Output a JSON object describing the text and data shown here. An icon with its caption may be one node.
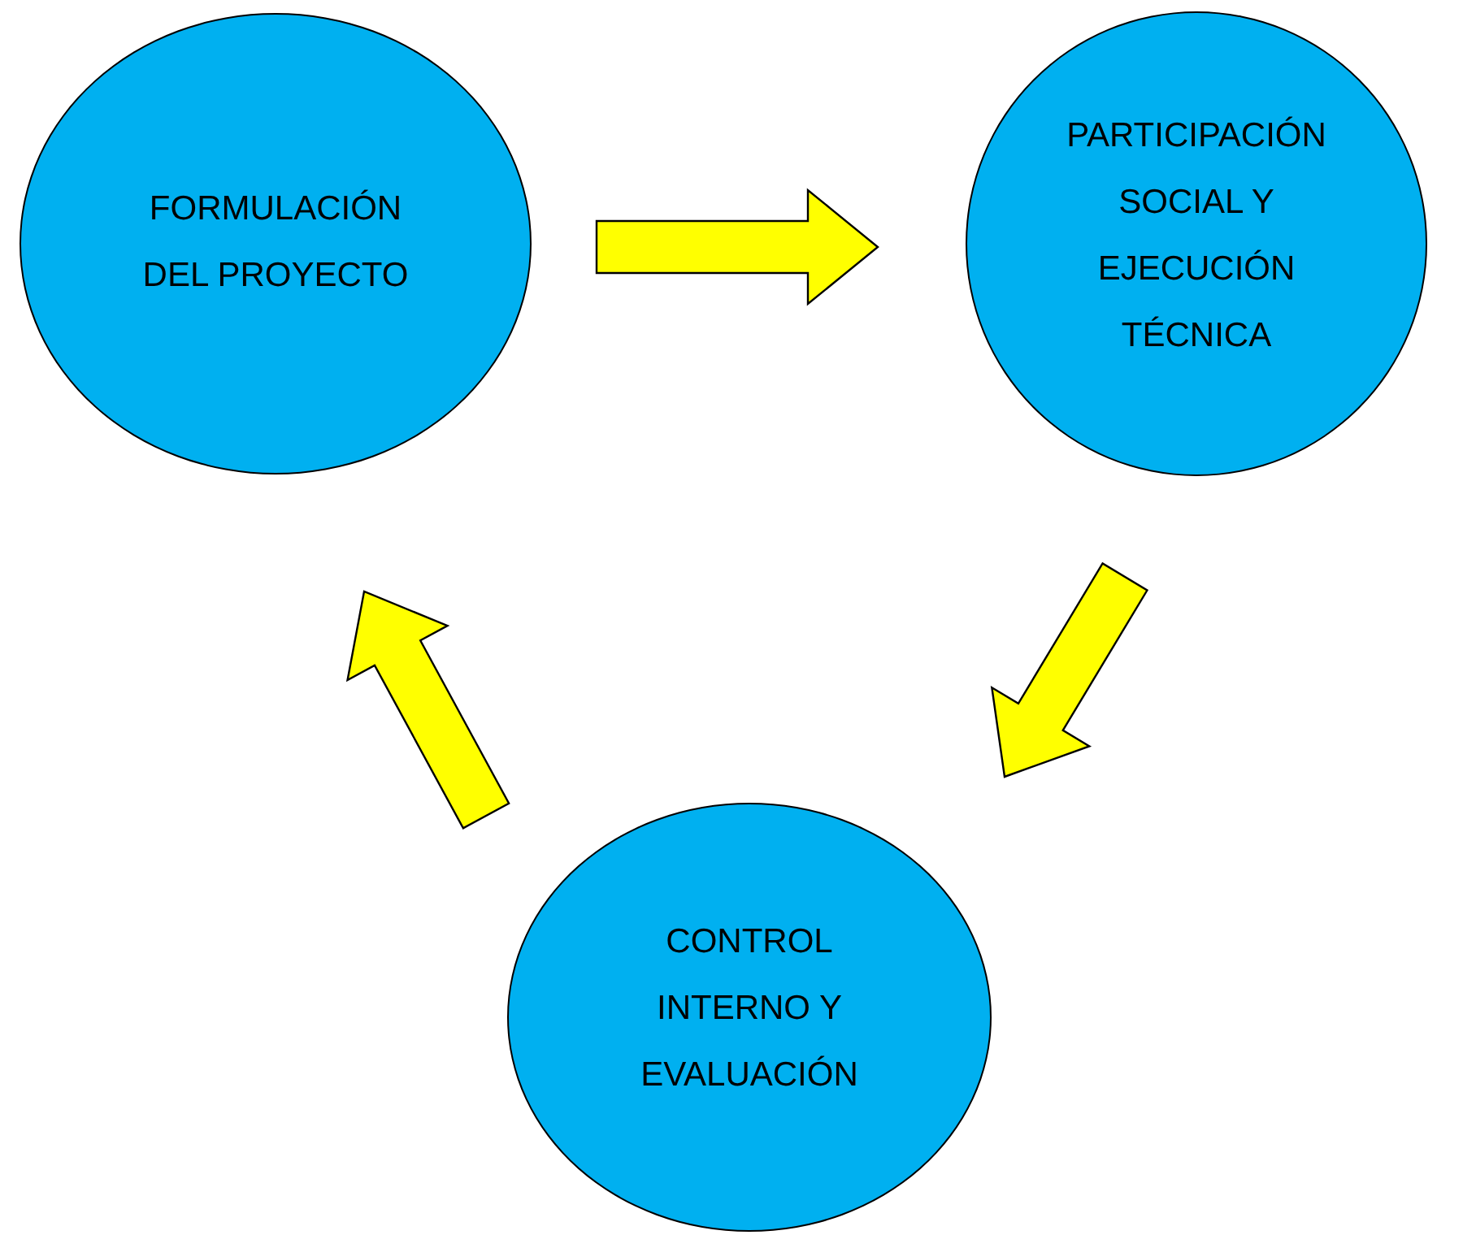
{
  "diagram": {
    "nodes": [
      {
        "text": [
          "FORMULACIÓN DEL PROYECTO"
        ]
      },
      {
        "text": [
          "PARTICIPACIÓN SOCIAL Y EJECUCIÓN TÉCNICA"
        ]
      },
      {
        "text": [
          "CONTROL INTERNO Y EVALUACIÓN"
        ]
      }
    ],
    "edges": [
      {
        "from": 0,
        "to": 1,
        "arrow": "to",
        "style": "thick",
        "color": "#ffff00"
      },
      {
        "from": 1,
        "to": 2,
        "arrow": "to",
        "style": "thick",
        "color": "#ffff00"
      },
      {
        "from": 2,
        "to": 0,
        "arrow": "to",
        "style": "thick",
        "color": "#ffff00"
      }
    ]
  }
}
